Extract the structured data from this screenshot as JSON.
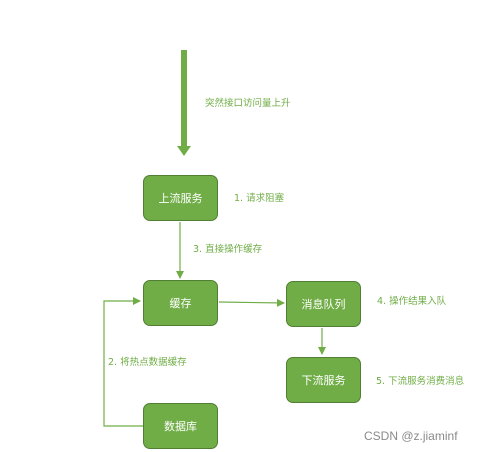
{
  "colors": {
    "node_fill": "#70ad47",
    "node_border": "#507e32",
    "node_text": "#ffffff",
    "arrow": "#70ad47",
    "label_text": "#70ad47",
    "watermark_text": "#8a8a8a"
  },
  "nodes": {
    "upstream": "上流服务",
    "cache": "缓存",
    "mq": "消息队列",
    "downstream": "下流服务",
    "database": "数据库"
  },
  "labels": {
    "surge": "突然接口访问量上升",
    "step1": "1. 请求阻塞",
    "step2": "2. 将热点数据缓存",
    "step3": "3. 直接操作缓存",
    "step4": "4. 操作结果入队",
    "step5": "5. 下流服务消费消息"
  },
  "watermark": "CSDN @z.jiaminf"
}
